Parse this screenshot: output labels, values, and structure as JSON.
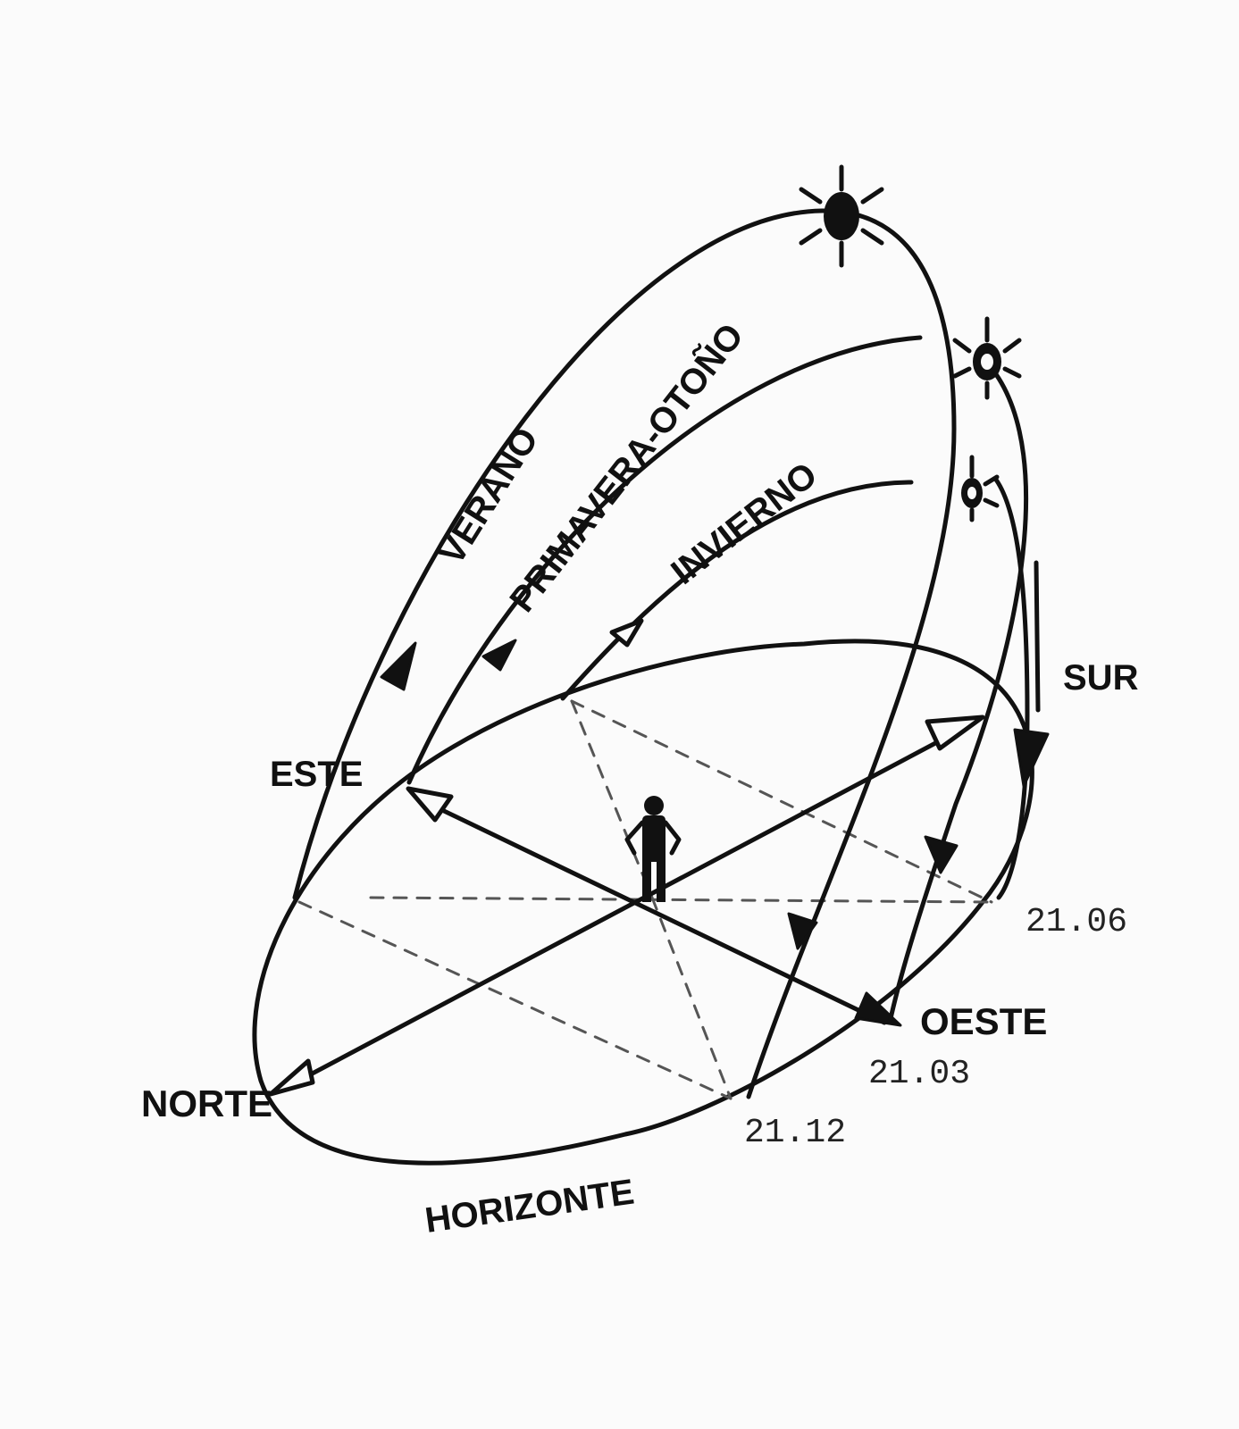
{
  "paths": {
    "verano": "VERANO",
    "primavera_otono": "PRIMAVERA-OTOÑO",
    "invierno": "INVIERNO"
  },
  "directions": {
    "norte": "NORTE",
    "sur": "SUR",
    "este": "ESTE",
    "oeste": "OESTE"
  },
  "horizon_label": "HORIZONTE",
  "dates": {
    "summer": "21.06",
    "equinox": "21.03",
    "winter": "21.12"
  },
  "colors": {
    "ink": "#111111",
    "paper": "#fbfbfb",
    "dashed": "#555555"
  }
}
